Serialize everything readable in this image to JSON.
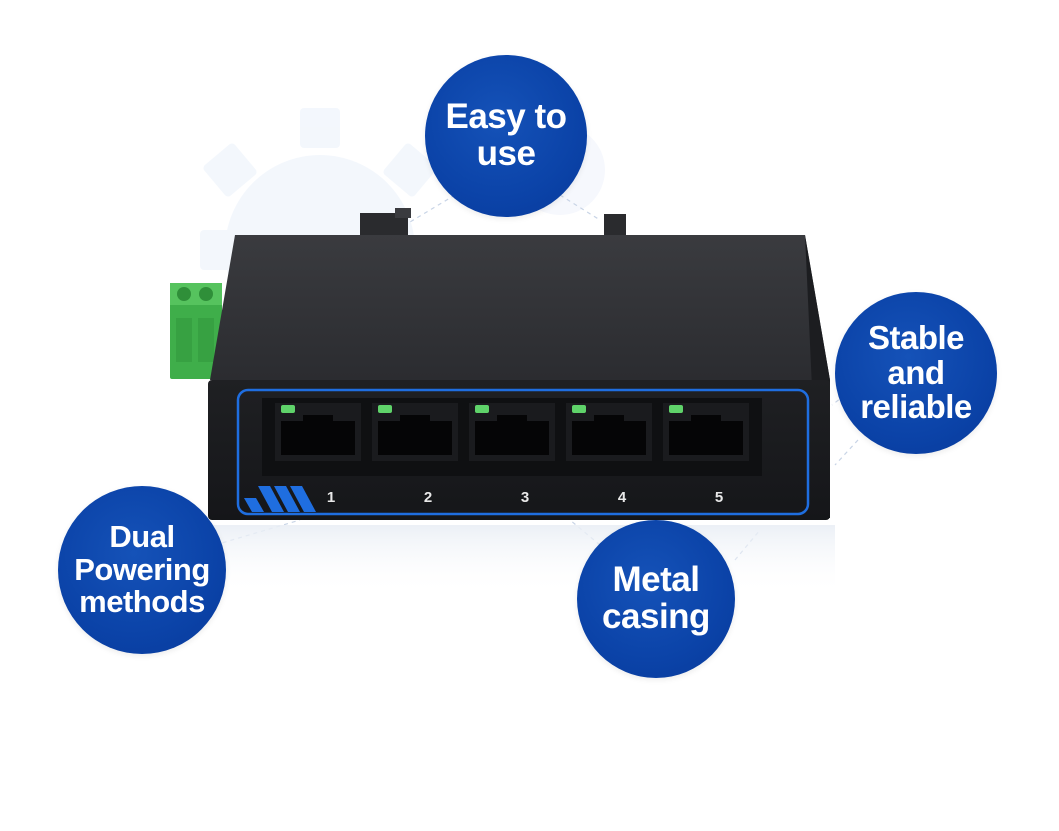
{
  "features": {
    "easy": {
      "line1": "Easy to",
      "line2": "use"
    },
    "stable": {
      "line1": "Stable",
      "line2": "and",
      "line3": "reliable"
    },
    "dual": {
      "line1": "Dual",
      "line2": "Powering",
      "line3": "methods"
    },
    "metal": {
      "line1": "Metal",
      "line2": "casing"
    }
  },
  "device": {
    "ports": [
      {
        "number": "1"
      },
      {
        "number": "2"
      },
      {
        "number": "3"
      },
      {
        "number": "4"
      },
      {
        "number": "5"
      }
    ]
  },
  "colors": {
    "badge_blue": "#0b43a8",
    "device_body": "#2a2b2e",
    "accent_stripe": "#1f6ee0",
    "led_green": "#5fd36a",
    "terminal_green": "#3fae4a"
  }
}
